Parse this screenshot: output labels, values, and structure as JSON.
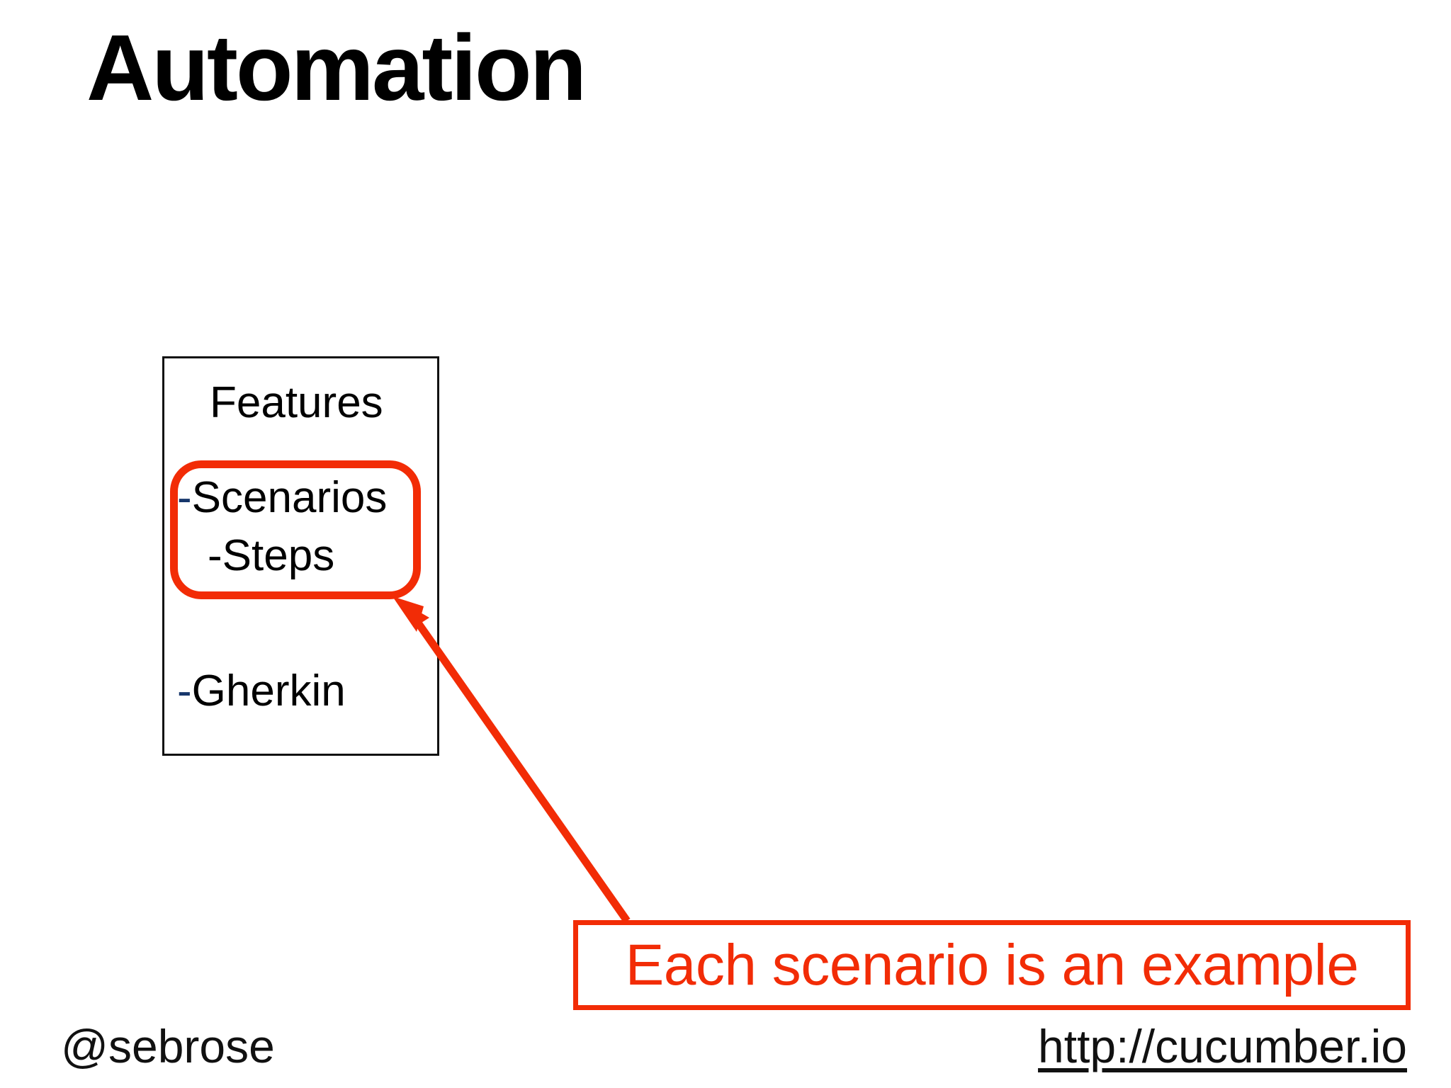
{
  "slide": {
    "title": "Automation",
    "background_color": "#ffffff",
    "text_color": "#000000"
  },
  "features_box": {
    "heading": "Features",
    "border_color": "#111111",
    "items": [
      {
        "dash": "-",
        "dash_color": "#16366b",
        "label": "Scenarios"
      },
      {
        "dash": "-",
        "dash_color": "#000000",
        "label": "Steps"
      },
      {
        "dash": "-",
        "dash_color": "#16366b",
        "label": "Gherkin"
      }
    ]
  },
  "annotation": {
    "highlight_color": "#F22C06",
    "highlight_target": "Scenarios / Steps",
    "arrow_color": "#F22C06",
    "callout_text": "Each scenario is an example",
    "callout_color": "#F22C06"
  },
  "footer": {
    "handle": "@sebrose",
    "url": "http://cucumber.io"
  }
}
